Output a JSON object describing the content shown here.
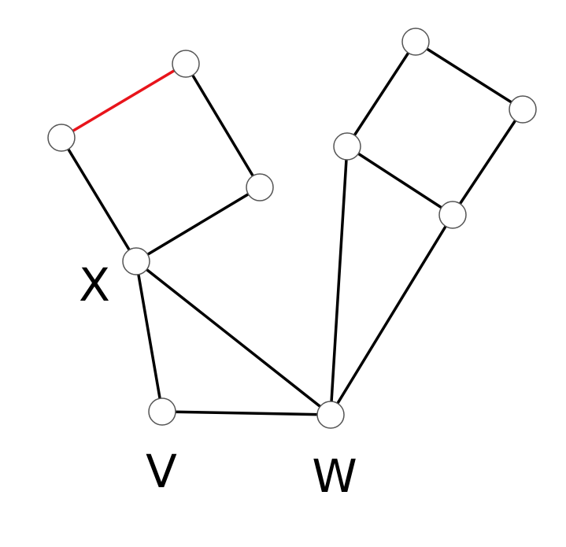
{
  "graph": {
    "nodes": [
      {
        "id": "n1",
        "label": ""
      },
      {
        "id": "n2",
        "label": ""
      },
      {
        "id": "n3",
        "label": ""
      },
      {
        "id": "x",
        "label": "X"
      },
      {
        "id": "v",
        "label": "V"
      },
      {
        "id": "w",
        "label": "W"
      },
      {
        "id": "n7",
        "label": ""
      },
      {
        "id": "n8",
        "label": ""
      },
      {
        "id": "n9",
        "label": ""
      },
      {
        "id": "n10",
        "label": ""
      }
    ],
    "edges": [
      {
        "from": "n1",
        "to": "n2",
        "highlighted": true
      },
      {
        "from": "n2",
        "to": "n3",
        "highlighted": false
      },
      {
        "from": "n1",
        "to": "x",
        "highlighted": false
      },
      {
        "from": "n3",
        "to": "x",
        "highlighted": false
      },
      {
        "from": "x",
        "to": "v",
        "highlighted": false
      },
      {
        "from": "x",
        "to": "w",
        "highlighted": false
      },
      {
        "from": "v",
        "to": "w",
        "highlighted": false
      },
      {
        "from": "w",
        "to": "n9",
        "highlighted": false
      },
      {
        "from": "w",
        "to": "n10",
        "highlighted": false
      },
      {
        "from": "n7",
        "to": "n8",
        "highlighted": false
      },
      {
        "from": "n7",
        "to": "n9",
        "highlighted": false
      },
      {
        "from": "n8",
        "to": "n10",
        "highlighted": false
      },
      {
        "from": "n9",
        "to": "n10",
        "highlighted": false
      }
    ]
  },
  "colors": {
    "edge": "#000000",
    "highlight": "#e8141b",
    "node_fill": "#ffffff",
    "node_stroke": "#555555"
  }
}
